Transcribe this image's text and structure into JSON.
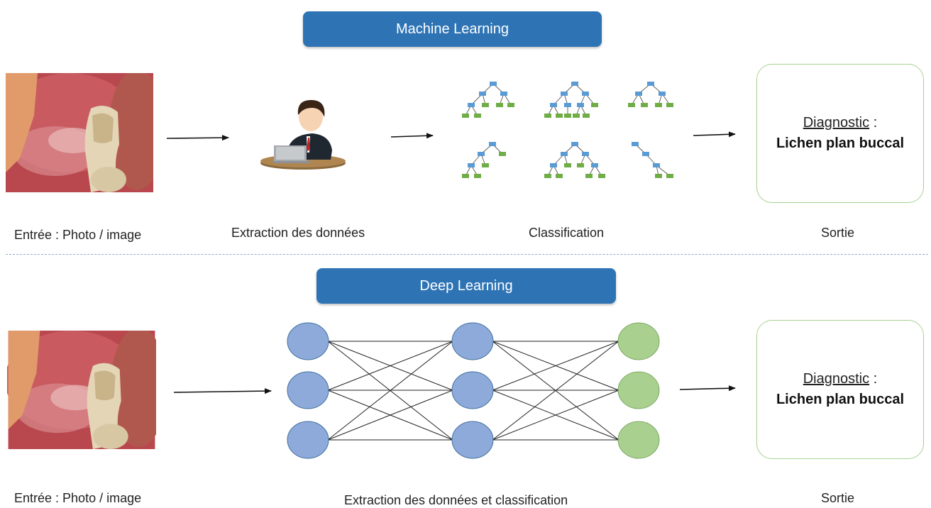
{
  "ml": {
    "title": "Machine Learning",
    "input_caption": "Entrée : Photo / image",
    "extraction_caption": "Extraction des données",
    "classification_caption": "Classification",
    "output_caption": "Sortie",
    "output_label": "Diagnostic",
    "output_colon": " :",
    "output_result": "Lichen plan buccal"
  },
  "dl": {
    "title": "Deep Learning",
    "input_caption": "Entrée : Photo / image",
    "process_caption": "Extraction des données  et classification",
    "output_caption": "Sortie",
    "output_label": "Diagnostic",
    "output_colon": " :",
    "output_result": "Lichen plan buccal"
  },
  "colors": {
    "header_blue": "#2e74b5",
    "node_blue": "#8eaadb",
    "node_green": "#a9d08e",
    "tree_node_blue": "#5b9bd5",
    "tree_leaf_green": "#70ad47"
  },
  "icons": [
    "oral-photo",
    "analyst-icon",
    "decision-tree-icon",
    "neural-network-icon"
  ]
}
